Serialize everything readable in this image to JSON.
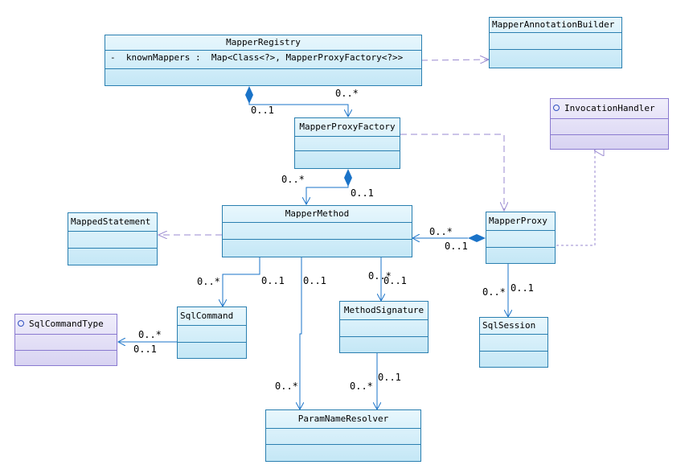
{
  "classes": {
    "mapper_registry": {
      "name": "MapperRegistry",
      "attribute": "-  knownMappers :  Map<Class<?>, MapperProxyFactory<?>>"
    },
    "mapper_annotation_builder": {
      "name": "MapperAnnotationBuilder"
    },
    "invocation_handler": {
      "name": "InvocationHandler"
    },
    "mapper_proxy_factory": {
      "name": "MapperProxyFactory"
    },
    "mapped_statement": {
      "name": "MappedStatement"
    },
    "mapper_method": {
      "name": "MapperMethod"
    },
    "mapper_proxy": {
      "name": "MapperProxy"
    },
    "sql_command_type": {
      "name": "SqlCommandType"
    },
    "sql_command": {
      "name": "SqlCommand"
    },
    "method_signature": {
      "name": "MethodSignature"
    },
    "sql_session": {
      "name": "SqlSession"
    },
    "param_name_resolver": {
      "name": "ParamNameResolver"
    }
  },
  "multiplicities": {
    "registry_one": "0..1",
    "registry_many": "0..*",
    "factory_many": "0..*",
    "factory_one": "0..1",
    "proxy_many": "0..*",
    "proxy_one": "0..1",
    "cmd_many": "0..*",
    "cmd_one": "0..1",
    "resolver_one": "0..1",
    "sig_many": "0..*",
    "sig_one": "0..1",
    "type_many": "0..*",
    "type_one": "0..1",
    "resolver_many": "0..*",
    "sigres_one": "0..1",
    "sigres_many": "0..*",
    "session_many": "0..*",
    "session_one": "0..1"
  },
  "colors": {
    "association": "#1a73c8",
    "dependency": "#9a8ad0",
    "realization": "#9a8ad0",
    "class_border": "#2a7fb0",
    "interface_border": "#8a7ad0"
  }
}
